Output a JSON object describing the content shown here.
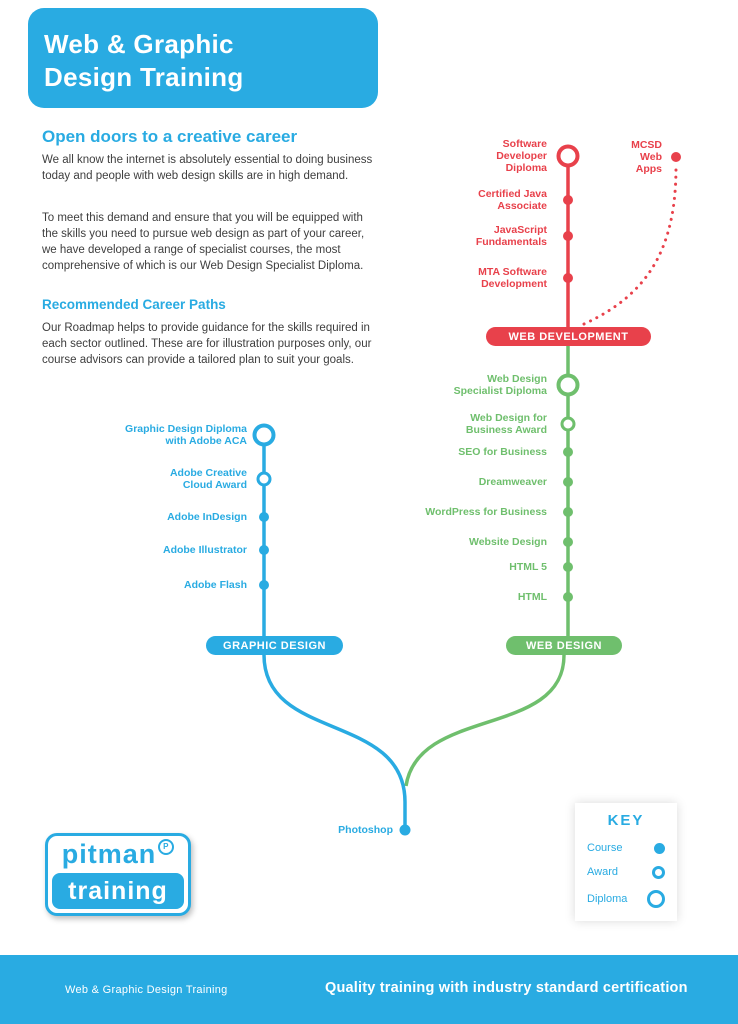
{
  "colors": {
    "brand_blue": "#29abe2",
    "track_red": "#e8414b",
    "track_green": "#6fbf6d"
  },
  "header": {
    "title_line1": "Web & Graphic",
    "title_line2": "Design Training"
  },
  "intro": {
    "heading": "Open doors to a creative career",
    "para1": "We all know the internet is absolutely essential to doing business today and people with web design skills are in high demand.",
    "para2": "To meet this demand and ensure that you will be equipped with the skills you need to pursue web design as part of your career, we have developed a range of specialist courses, the most comprehensive of which is our Web Design Specialist Diploma.",
    "career_heading": "Recommended Career Paths",
    "para3": "Our Roadmap helps to provide guidance for the skills required in each sector outlined. These are for illustration purposes only, our course advisors can provide a tailored plan to suit your goals."
  },
  "tracks": {
    "web_development": {
      "badge": "WEB DEVELOPMENT",
      "nodes": [
        {
          "label": "Software Developer Diploma",
          "type": "diploma"
        },
        {
          "label": "Certified Java Associate",
          "type": "course"
        },
        {
          "label": "JavaScript Fundamentals",
          "type": "course"
        },
        {
          "label": "MTA Software Development",
          "type": "course"
        }
      ],
      "branch": {
        "label": "MCSD Web Apps",
        "type": "course"
      }
    },
    "web_design": {
      "badge": "WEB DESIGN",
      "nodes": [
        {
          "label": "Web Design Specialist Diploma",
          "type": "diploma"
        },
        {
          "label": "Web Design for Business Award",
          "type": "award"
        },
        {
          "label": "SEO for Business",
          "type": "course"
        },
        {
          "label": "Dreamweaver",
          "type": "course"
        },
        {
          "label": "WordPress for Business",
          "type": "course"
        },
        {
          "label": "Website Design",
          "type": "course"
        },
        {
          "label": "HTML 5",
          "type": "course"
        },
        {
          "label": "HTML",
          "type": "course"
        }
      ]
    },
    "graphic_design": {
      "badge": "GRAPHIC DESIGN",
      "nodes": [
        {
          "label": "Graphic Design Diploma with Adobe ACA",
          "type": "diploma"
        },
        {
          "label": "Adobe Creative Cloud Award",
          "type": "award"
        },
        {
          "label": "Adobe InDesign",
          "type": "course"
        },
        {
          "label": "Adobe Illustrator",
          "type": "course"
        },
        {
          "label": "Adobe Flash",
          "type": "course"
        }
      ]
    }
  },
  "shared_root": {
    "label": "Photoshop",
    "type": "course"
  },
  "logo": {
    "name": "pitman",
    "mark": "P",
    "sub": "training"
  },
  "key": {
    "title": "KEY",
    "items": [
      {
        "label": "Course",
        "symbol": "course-dot"
      },
      {
        "label": "Award",
        "symbol": "award-ring"
      },
      {
        "label": "Diploma",
        "symbol": "diploma-ring"
      }
    ]
  },
  "footer": {
    "left": "Web & Graphic Design Training",
    "right": "Quality training with industry standard certification"
  }
}
